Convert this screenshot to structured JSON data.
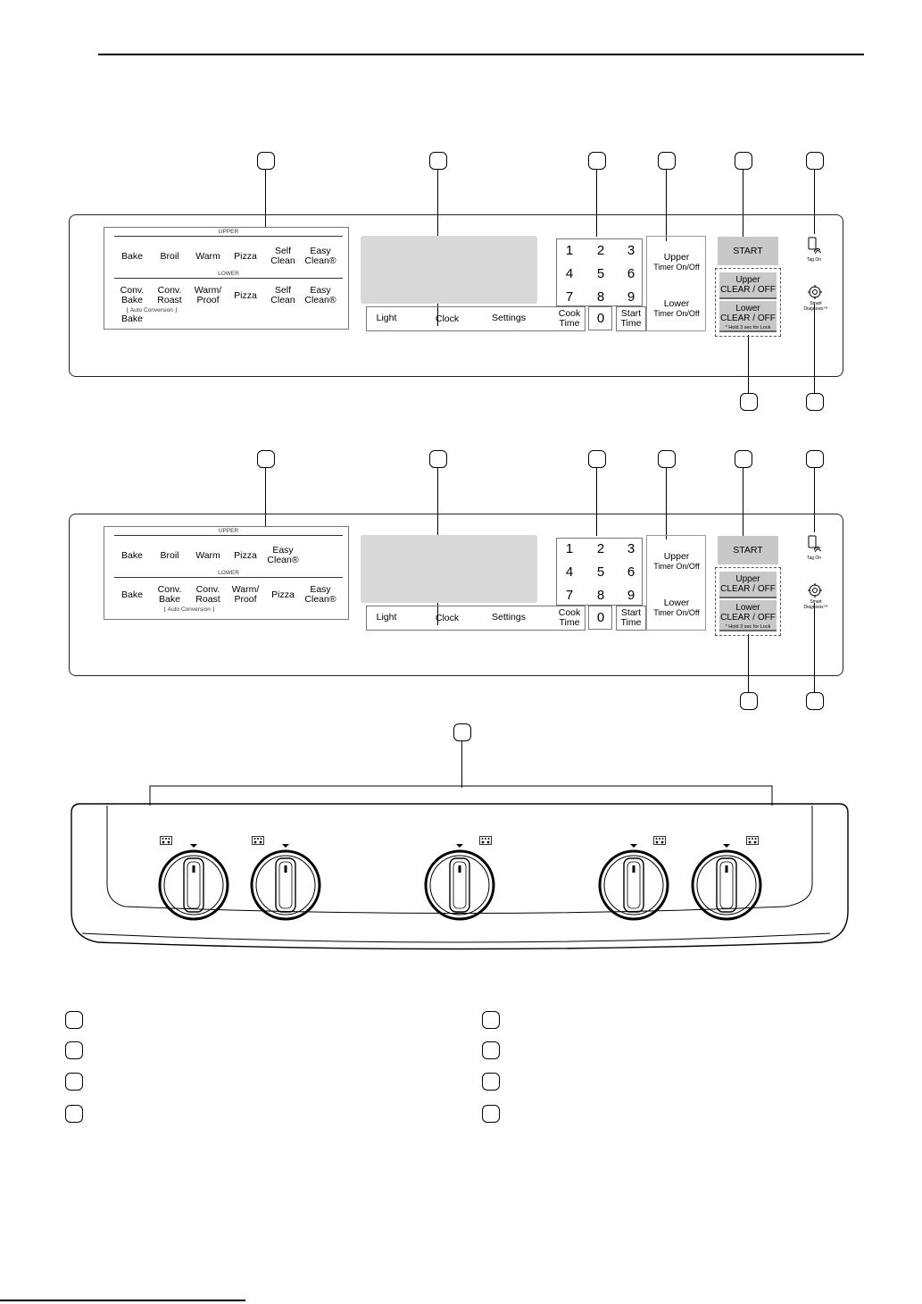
{
  "panel1": {
    "upper_label": "UPPER",
    "lower_label": "LOWER",
    "upper_modes": [
      "Bake",
      "Broil",
      "Warm",
      "Pizza",
      "Self\nClean",
      "Easy\nClean®"
    ],
    "lower_modes": [
      "Conv.\nBake",
      "Conv.\nRoast",
      "Warm/\nProof",
      "Pizza",
      "Self\nClean",
      "Easy\nClean®"
    ],
    "auto_conversion": "⌊ Auto Conversion ⌋",
    "lower_extra": "Bake",
    "functions": [
      "Light",
      "Clock",
      "Settings",
      "Cook\nTime"
    ],
    "digits": [
      "1",
      "2",
      "3",
      "4",
      "5",
      "6",
      "7",
      "8",
      "9",
      "0"
    ],
    "start_time": "Start\nTime",
    "upper_timer_title": "Upper",
    "upper_timer_sub": "Timer On/Off",
    "lower_timer_title": "Lower",
    "lower_timer_sub": "Timer On/Off",
    "start": "START",
    "upper_clear": "Upper\nCLEAR / OFF",
    "lower_clear": "Lower\nCLEAR / OFF",
    "lock_note": "* Hold 3 sec for Lock",
    "tag_on": "Tag On",
    "smart_diagnosis": "Smart\nDiagnosis™"
  },
  "panel2": {
    "upper_label": "UPPER",
    "lower_label": "LOWER",
    "upper_modes": [
      "Bake",
      "Broil",
      "Warm",
      "Pizza",
      "Easy\nClean®"
    ],
    "lower_modes": [
      "Bake",
      "Conv.\nBake",
      "Conv.\nRoast",
      "Warm/\nProof",
      "Pizza",
      "Easy\nClean®"
    ],
    "auto_conversion": "⌊ Auto Conversion ⌋",
    "functions": [
      "Light",
      "Clock",
      "Settings",
      "Cook\nTime"
    ],
    "digits": [
      "1",
      "2",
      "3",
      "4",
      "5",
      "6",
      "7",
      "8",
      "9",
      "0"
    ],
    "start_time": "Start\nTime",
    "upper_timer_title": "Upper",
    "upper_timer_sub": "Timer On/Off",
    "lower_timer_title": "Lower",
    "lower_timer_sub": "Timer On/Off",
    "start": "START",
    "upper_clear": "Upper\nCLEAR / OFF",
    "lower_clear": "Lower\nCLEAR / OFF",
    "lock_note": "* Hold 3 sec for Lock",
    "tag_on": "Tag On",
    "smart_diagnosis": "Smart\nDiagnosis™"
  },
  "knobs": {
    "count": 5
  },
  "legend": {
    "rows": 4,
    "columns": 2
  }
}
